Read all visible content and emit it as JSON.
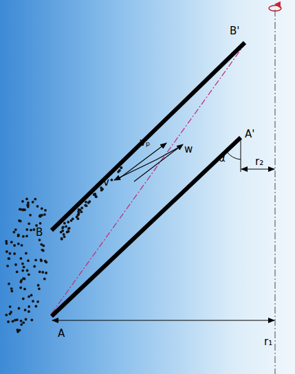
{
  "diagram": {
    "labels": [
      "B'",
      "A'",
      "α",
      "r₂",
      "vₚ",
      "w",
      "v",
      "B",
      "A",
      "r₁"
    ]
  }
}
